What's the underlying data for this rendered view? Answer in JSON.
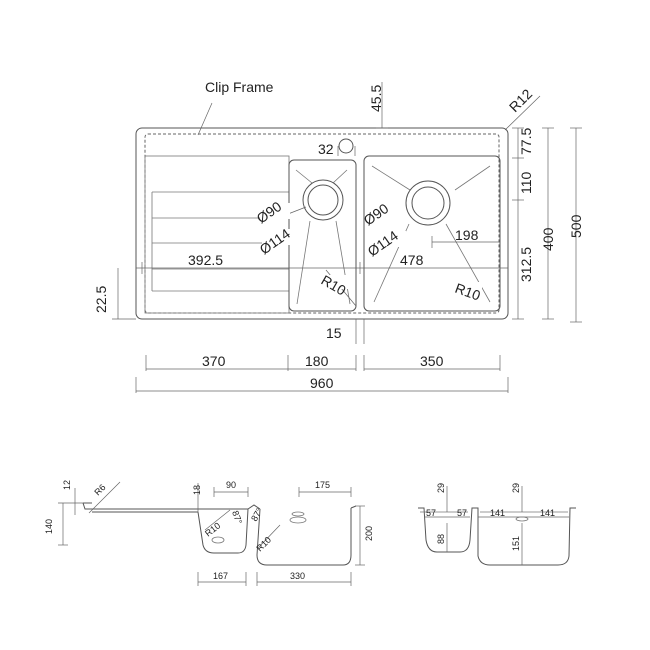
{
  "plan": {
    "clip_frame_label": "Clip Frame",
    "dims": {
      "d45_5": "45.5",
      "r12": "R12",
      "d32": "32",
      "d77_5": "77.5",
      "d110": "110",
      "d400": "400",
      "d500": "500",
      "d312_5": "312.5",
      "d198": "198",
      "d478": "478",
      "d392_5": "392.5",
      "d22_5": "22.5",
      "phi90_left": "Ø90",
      "phi114_left": "Ø114",
      "phi90_right": "Ø90",
      "phi114_right": "Ø114",
      "r10_left": "R10",
      "r10_right": "R10",
      "d15": "15",
      "d370": "370",
      "d180": "180",
      "d350": "350",
      "d960": "960"
    }
  },
  "section_left": {
    "d12": "12",
    "r6": "R6",
    "d18": "18",
    "d90": "90",
    "d175": "175",
    "d140": "140",
    "r10_a": "R10",
    "d87_a": "87°",
    "d87_b": "87°",
    "r10_b": "R10",
    "d200": "200",
    "d167": "167",
    "d330": "330"
  },
  "section_right": {
    "d29_a": "29",
    "d57_a": "57",
    "d57_b": "57",
    "d88": "88",
    "d29_b": "29",
    "d141_a": "141",
    "d141_b": "141",
    "d151": "151"
  }
}
